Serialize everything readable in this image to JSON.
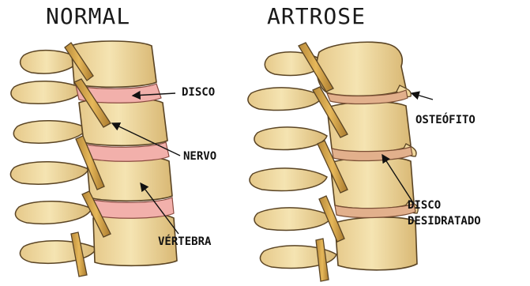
{
  "panels": {
    "normal": {
      "title": "NORMAL"
    },
    "artrose": {
      "title": "ARTROSE"
    }
  },
  "labels": {
    "disco": "DISCO",
    "nervo": "NERVO",
    "vertebra": "VÉRTEBRA",
    "osteofito": "OSTEÓFITO",
    "disco_desidratado_1": "DISCO",
    "disco_desidratado_2": "DESIDRATADO"
  },
  "colors": {
    "bone": "#f1dca2",
    "bone_shadow": "#c9a55e",
    "outline": "#5a4424",
    "disc_healthy": "#f0a3a3",
    "disc_degenerated": "#d7a07a",
    "nerve": "#d7a447",
    "text": "#111111"
  }
}
